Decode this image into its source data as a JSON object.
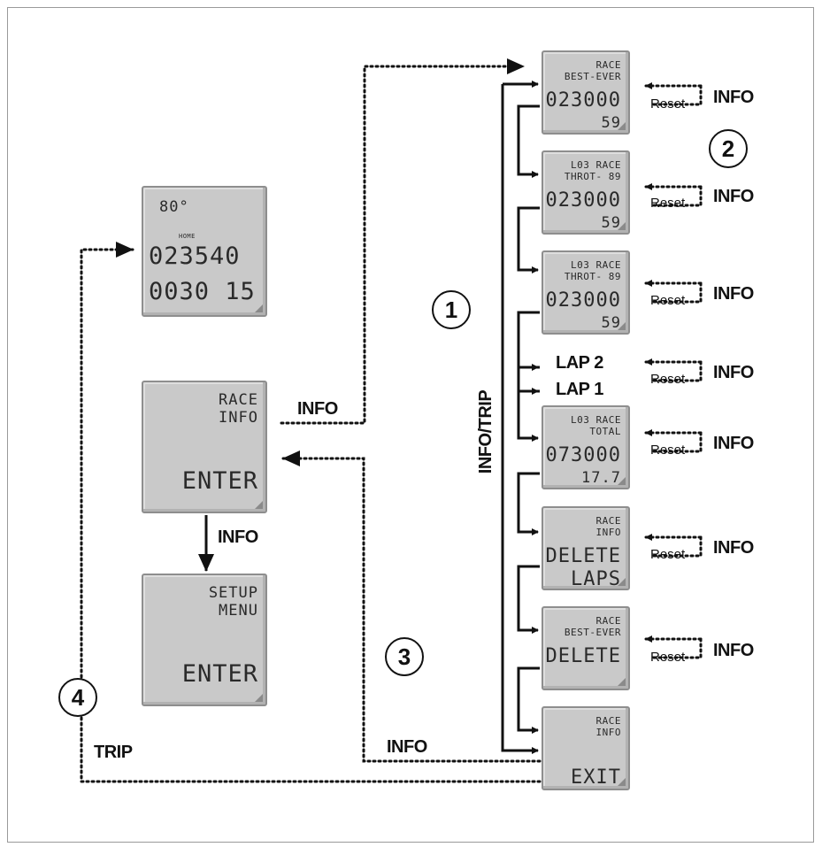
{
  "main_display": {
    "top": "80°",
    "small": "HOME",
    "mid": "023540",
    "bottom": "0030 15"
  },
  "race_info_screen": {
    "line1": "RACE",
    "line2": "INFO",
    "action": "ENTER"
  },
  "setup_menu_screen": {
    "line1": "SETUP",
    "line2": "MENU",
    "action": "ENTER"
  },
  "race_screens": [
    {
      "line1": "RACE",
      "line2": "BEST-EVER",
      "value": "023000",
      "sub": "59"
    },
    {
      "line1": "L03  RACE",
      "line2": "THROT- 89",
      "value": "023000",
      "sub": "59"
    },
    {
      "line1": "L03  RACE",
      "line2": "THROT- 89",
      "value": "023000",
      "sub": "59"
    },
    {
      "line1": "L03  RACE",
      "line2": "TOTAL",
      "value": "073000",
      "sub": "17.7"
    },
    {
      "line1": "RACE",
      "line2": "INFO",
      "value": "DELETE",
      "sub": "LAPS"
    },
    {
      "line1": "RACE",
      "line2": "BEST-EVER",
      "value": "DELETE",
      "sub": ""
    },
    {
      "line1": "RACE",
      "line2": "INFO",
      "value": "",
      "sub": "EXIT"
    }
  ],
  "labels": {
    "info": "INFO",
    "trip": "TRIP",
    "info_trip": "INFO/TRIP",
    "reset": "Reset",
    "lap2": "LAP 2",
    "lap1": "LAP 1"
  },
  "steps": [
    "1",
    "2",
    "3",
    "4"
  ]
}
